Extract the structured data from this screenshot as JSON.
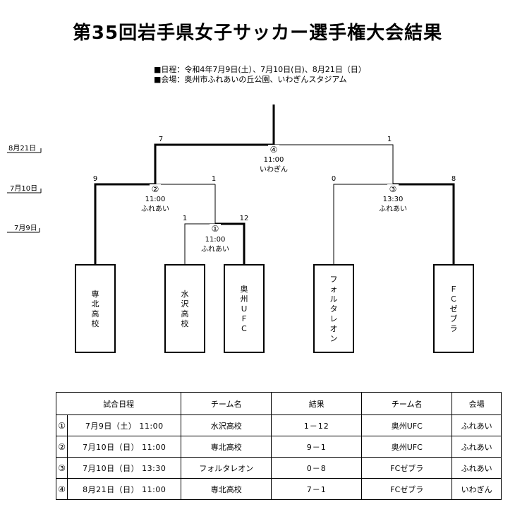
{
  "title": "第35回岩手県女子サッカー選手権大会結果",
  "info": {
    "schedule": "■日程：令和4年7月9日(土）、7月10日(日)、8月21日（日）",
    "venue": "■会場：奥州市ふれあいの丘公園、いわぎんスタジアム"
  },
  "rounds": [
    "8月21日",
    "7月10日",
    "7月9日"
  ],
  "teams": [
    "専北高校",
    "水沢高校",
    "奥州ＵＦＣ",
    "フォルタレオン",
    "ＦＣゼブラ"
  ],
  "matches": [
    {
      "id": "①",
      "time": "11:00",
      "venue": "ふれあい",
      "score_left": "1",
      "score_right": "12"
    },
    {
      "id": "②",
      "time": "11:00",
      "venue": "ふれあい",
      "score_left": "9",
      "score_right": "1"
    },
    {
      "id": "③",
      "time": "13:30",
      "venue": "ふれあい",
      "score_left": "0",
      "score_right": "8"
    },
    {
      "id": "④",
      "time": "11:00",
      "venue": "いわぎん",
      "score_left": "7",
      "score_right": "1"
    }
  ],
  "results_table": {
    "headers": [
      "試合日程",
      "チーム名",
      "結果",
      "チーム名",
      "会場"
    ],
    "rows": [
      {
        "num": "①",
        "date": "7月9日（土）  11:00",
        "team1": "水沢高校",
        "score": "1－12",
        "team2": "奥州UFC",
        "venue": "ふれあい"
      },
      {
        "num": "②",
        "date": "7月10日（日）  11:00",
        "team1": "専北高校",
        "score": "9－1",
        "team2": "奥州UFC",
        "venue": "ふれあい"
      },
      {
        "num": "③",
        "date": "7月10日（日）  13:30",
        "team1": "フォルタレオン",
        "score": "0－8",
        "team2": "FCゼブラ",
        "venue": "ふれあい"
      },
      {
        "num": "④",
        "date": "8月21日（日）  11:00",
        "team1": "専北高校",
        "score": "7－1",
        "team2": "FCゼブラ",
        "venue": "いわぎん"
      }
    ]
  }
}
